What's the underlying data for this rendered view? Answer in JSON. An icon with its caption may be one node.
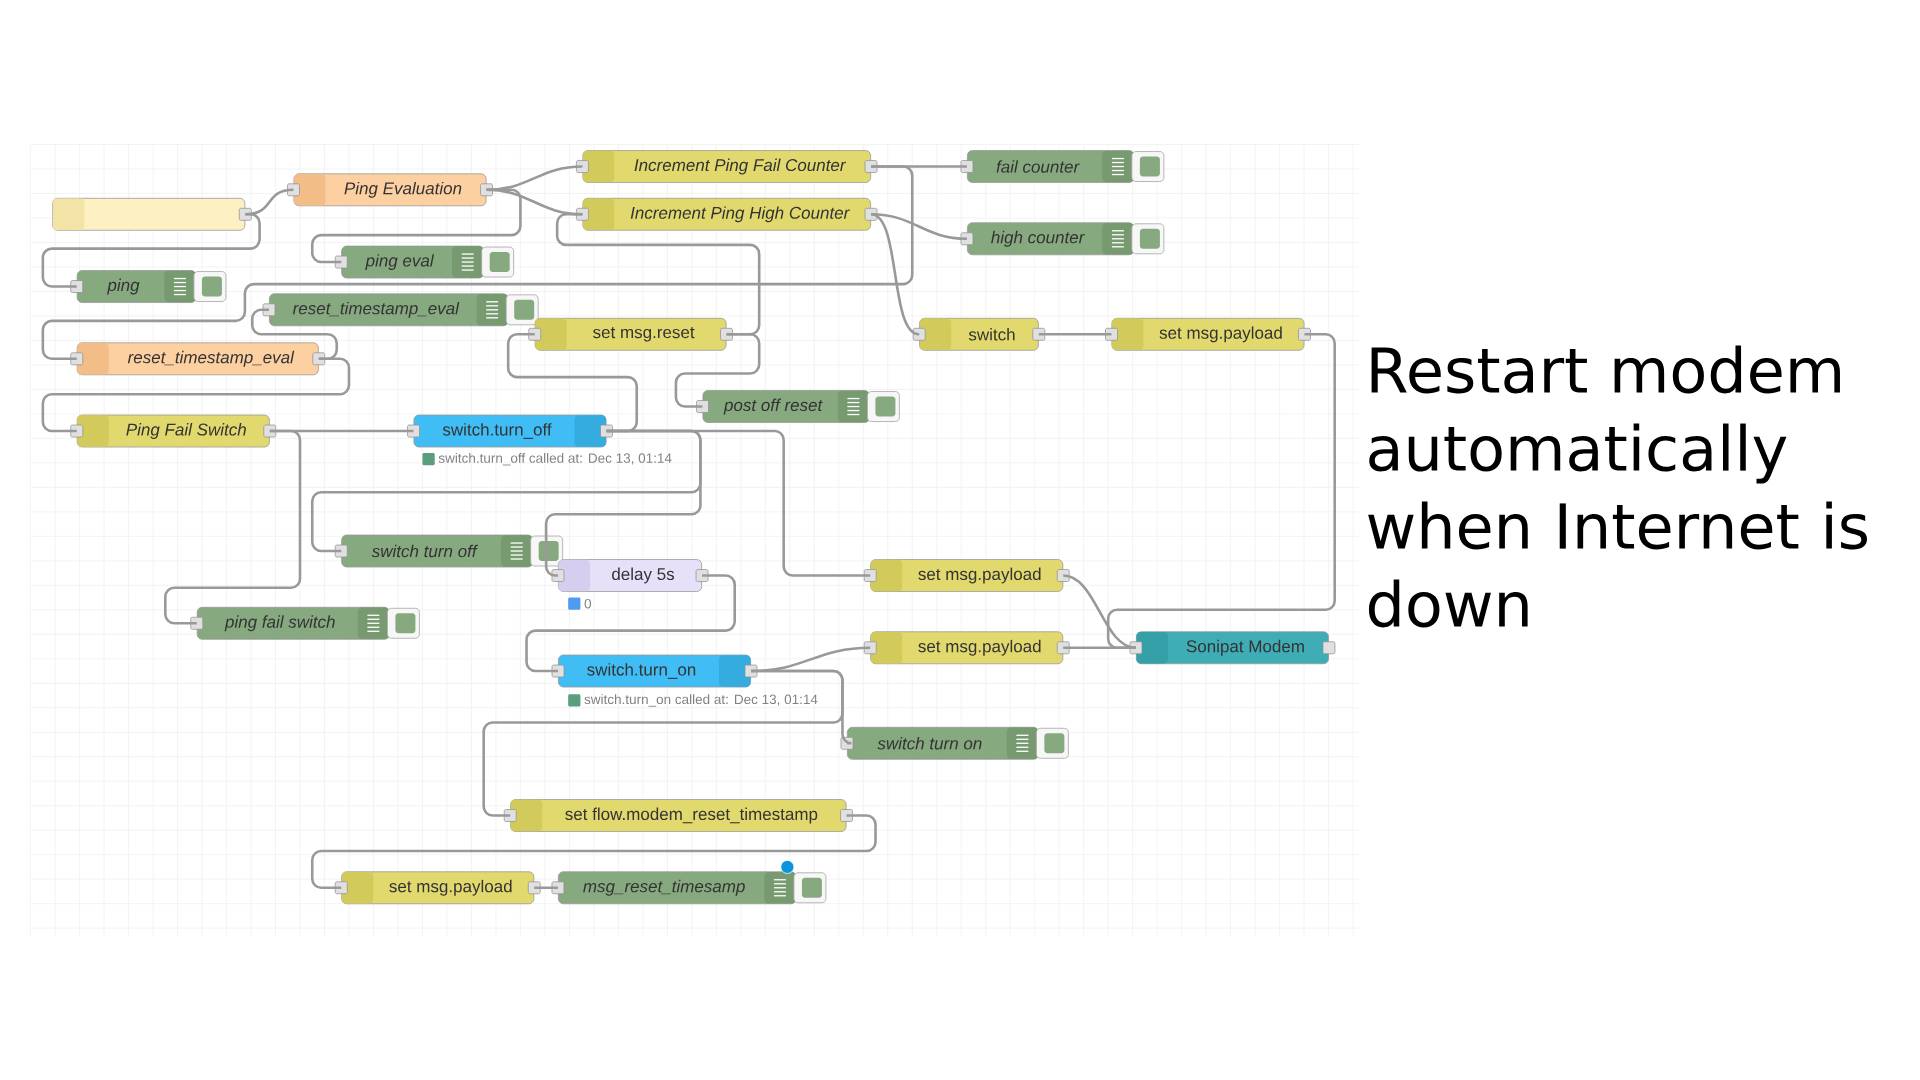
{
  "diagram": {
    "title": "Restart modem automatically when Internet is down",
    "nodes": [
      {
        "text": [],
        "shape": "box"
      },
      {
        "text": [
          "Ping Evaluation"
        ]
      },
      {
        "text": [
          "Increment Ping Fail Counter"
        ]
      },
      {
        "text": [
          "Increment Ping High Counter"
        ]
      },
      {
        "text": [
          "fail counter"
        ]
      },
      {
        "text": [
          "high counter"
        ]
      },
      {
        "text": [
          "ping eval"
        ]
      },
      {
        "text": [
          "ping"
        ]
      },
      {
        "text": [
          "reset_timestamp_eval"
        ]
      },
      {
        "text": [
          "set msg.reset"
        ]
      },
      {
        "text": [
          "switch"
        ]
      },
      {
        "text": [
          "set msg.payload"
        ]
      },
      {
        "text": [
          "reset_timestamp_eval"
        ]
      },
      {
        "text": [
          "post off reset"
        ]
      },
      {
        "text": [
          "Ping Fail Switch"
        ]
      },
      {
        "text": [
          "switch.turn_off"
        ],
        "beside": [
          "switch.turn_off called at: Dec 13, 01:14"
        ]
      },
      {
        "text": [
          "switch turn off"
        ]
      },
      {
        "text": [
          "delay 5s"
        ],
        "beside": [
          "0"
        ]
      },
      {
        "text": [
          "set msg.payload"
        ]
      },
      {
        "text": [
          "ping fail switch"
        ]
      },
      {
        "text": [
          "set msg.payload"
        ]
      },
      {
        "text": [
          "Sonipat Modem"
        ]
      },
      {
        "text": [
          "switch.turn_on"
        ],
        "beside": [
          "switch.turn_on called at: Dec 13, 01:14"
        ]
      },
      {
        "text": [
          "switch turn on"
        ]
      },
      {
        "text": [
          "set flow.modem_reset_timestamp"
        ]
      },
      {
        "text": [
          "set msg.payload"
        ]
      },
      {
        "text": [
          "msg_reset_timesamp"
        ]
      }
    ],
    "edges": [
      {
        "from": 0,
        "to": 1,
        "arrow": "none"
      },
      {
        "from": 0,
        "to": 7,
        "arrow": "none"
      },
      {
        "from": 1,
        "to": 2,
        "arrow": "none"
      },
      {
        "from": 1,
        "to": 3,
        "arrow": "none"
      },
      {
        "from": 1,
        "to": 6,
        "arrow": "none"
      },
      {
        "from": 2,
        "to": 4,
        "arrow": "none"
      },
      {
        "from": 2,
        "to": 12,
        "arrow": "none"
      },
      {
        "from": 3,
        "to": 5,
        "arrow": "none"
      },
      {
        "from": 3,
        "to": 10,
        "arrow": "none"
      },
      {
        "from": 9,
        "to": 3,
        "arrow": "none"
      },
      {
        "from": 9,
        "to": 13,
        "arrow": "none"
      },
      {
        "from": 10,
        "to": 11,
        "arrow": "none"
      },
      {
        "from": 11,
        "to": 21,
        "arrow": "none"
      },
      {
        "from": 12,
        "to": 8,
        "arrow": "none"
      },
      {
        "from": 12,
        "to": 14,
        "arrow": "none"
      },
      {
        "from": 14,
        "to": 15,
        "arrow": "none"
      },
      {
        "from": 14,
        "to": 19,
        "arrow": "none"
      },
      {
        "from": 15,
        "to": 9,
        "arrow": "none"
      },
      {
        "from": 15,
        "to": 16,
        "arrow": "none"
      },
      {
        "from": 15,
        "to": 17,
        "arrow": "none"
      },
      {
        "from": 15,
        "to": 18,
        "arrow": "none"
      },
      {
        "from": 17,
        "to": 22,
        "arrow": "none"
      },
      {
        "from": 18,
        "to": 21,
        "arrow": "none"
      },
      {
        "from": 20,
        "to": 21,
        "arrow": "none"
      },
      {
        "from": 22,
        "to": 20,
        "arrow": "none"
      },
      {
        "from": 22,
        "to": 23,
        "arrow": "none"
      },
      {
        "from": 22,
        "to": 24,
        "arrow": "none"
      },
      {
        "from": 24,
        "to": 25,
        "arrow": "none"
      },
      {
        "from": 25,
        "to": 26,
        "arrow": "none"
      }
    ]
  }
}
